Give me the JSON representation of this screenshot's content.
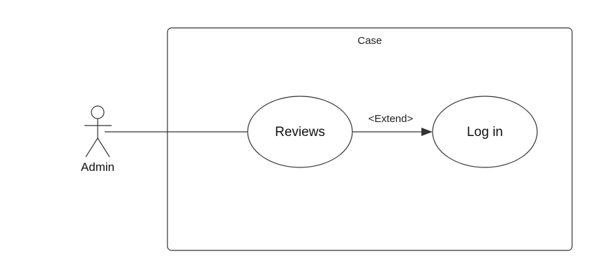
{
  "diagram": {
    "type": "use-case",
    "system": {
      "label": "Case"
    },
    "actor": {
      "label": "Admin"
    },
    "use_cases": {
      "reviews": {
        "label": "Reviews"
      },
      "login": {
        "label": "Log in"
      }
    },
    "relationships": {
      "extend": {
        "label": "<Extend>"
      }
    }
  }
}
